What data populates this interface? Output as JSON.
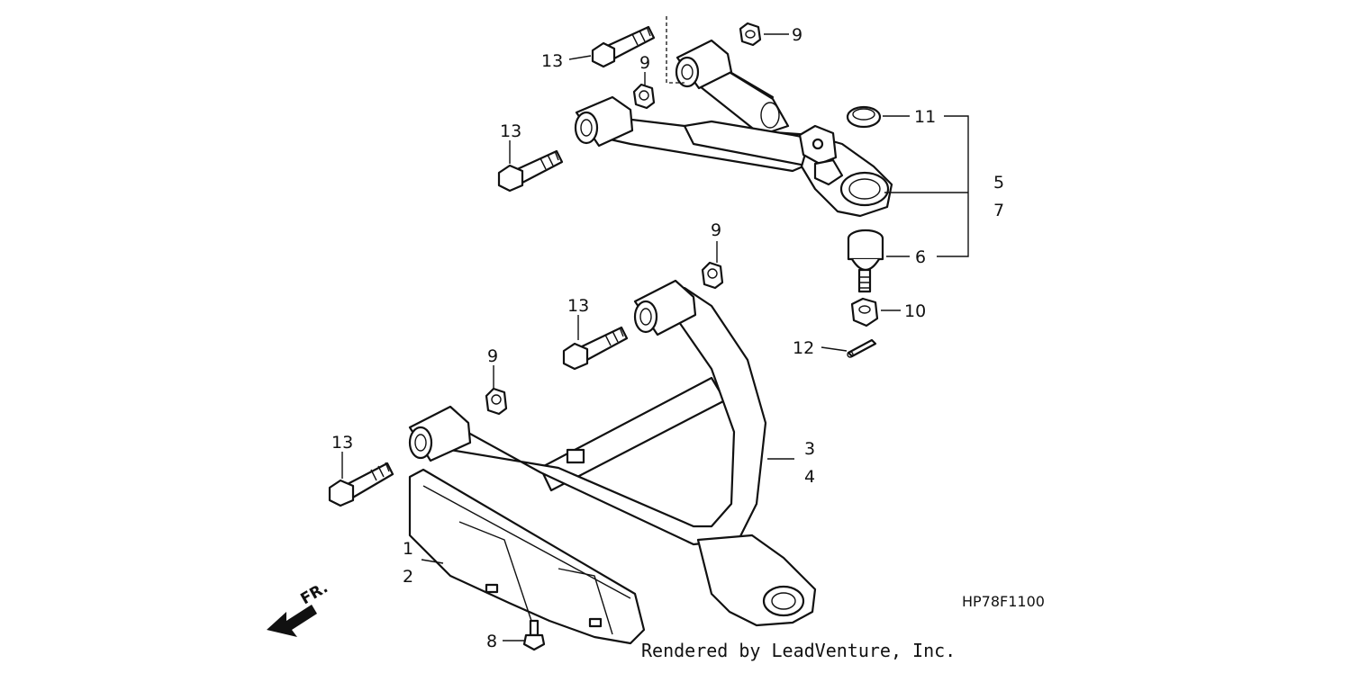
{
  "callouts": {
    "c13a": "13",
    "c9a": "9",
    "c9b": "9",
    "c13b": "13",
    "c11": "11",
    "c5": "5",
    "c7": "7",
    "c6": "6",
    "c9c": "9",
    "c13c": "13",
    "c10": "10",
    "c12": "12",
    "c9d": "9",
    "c13d": "13",
    "c3": "3",
    "c4": "4",
    "c1": "1",
    "c2": "2",
    "c8": "8"
  },
  "direction_label": "FR.",
  "diagram_code": "HP78F1100",
  "credit": "Rendered by LeadVenture, Inc.",
  "icons": [
    "bolt-icon",
    "nut-icon",
    "ball-joint-icon",
    "circlip-icon",
    "cotter-pin-icon",
    "front-arrow-icon"
  ]
}
